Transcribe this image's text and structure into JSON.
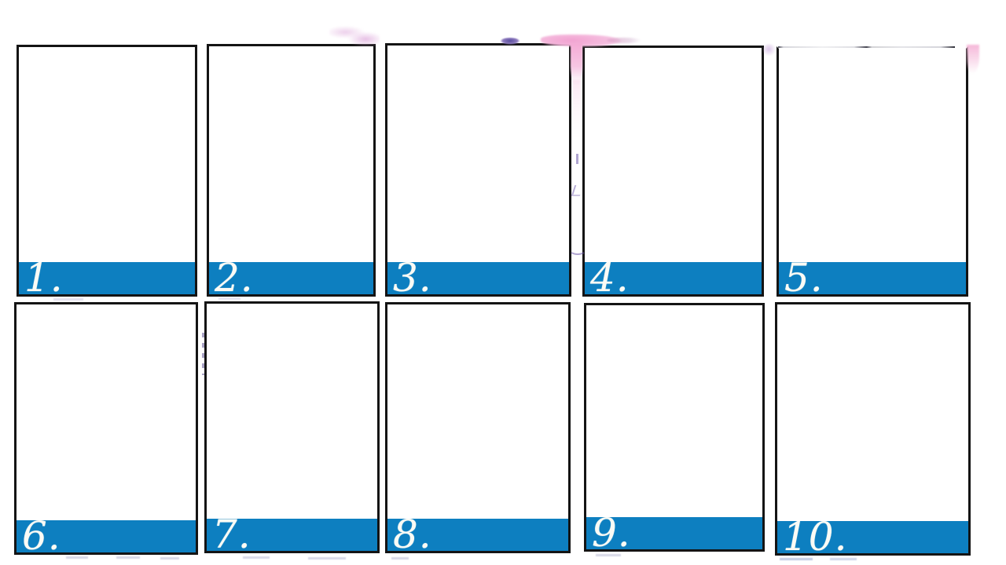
{
  "page": {
    "kind": "printable worksheet of blank numbered picture cards",
    "rows": 2,
    "columns": 5
  },
  "colors": {
    "page_bg": "#ffffff",
    "card_border": "#141414",
    "bar_blue": "#0d7fc0",
    "label_white": "#fbfbf5",
    "smudge_pink_bright": "#f2a2d1",
    "smudge_pink_light": "#ecc9e8",
    "smudge_purple": "#6e5aaa",
    "smudge_lavender": "#d6bee6"
  },
  "cards": [
    {
      "label": "1."
    },
    {
      "label": "2."
    },
    {
      "label": "3."
    },
    {
      "label": "4."
    },
    {
      "label": "5."
    },
    {
      "label": "6."
    },
    {
      "label": "7."
    },
    {
      "label": "8."
    },
    {
      "label": "9."
    },
    {
      "label": "10."
    }
  ],
  "artifacts": {
    "description": "faded pink/purple marker residue from erased drawings",
    "items": [
      "pink-squiggle-smudge",
      "purple-lens-smudge",
      "pink-t-shaped-smudge",
      "pink-drip-smudge",
      "lavender-dot-smudge",
      "pink-corner-smudge",
      "faded-top-border-card-5",
      "purple-dash-marks"
    ]
  }
}
